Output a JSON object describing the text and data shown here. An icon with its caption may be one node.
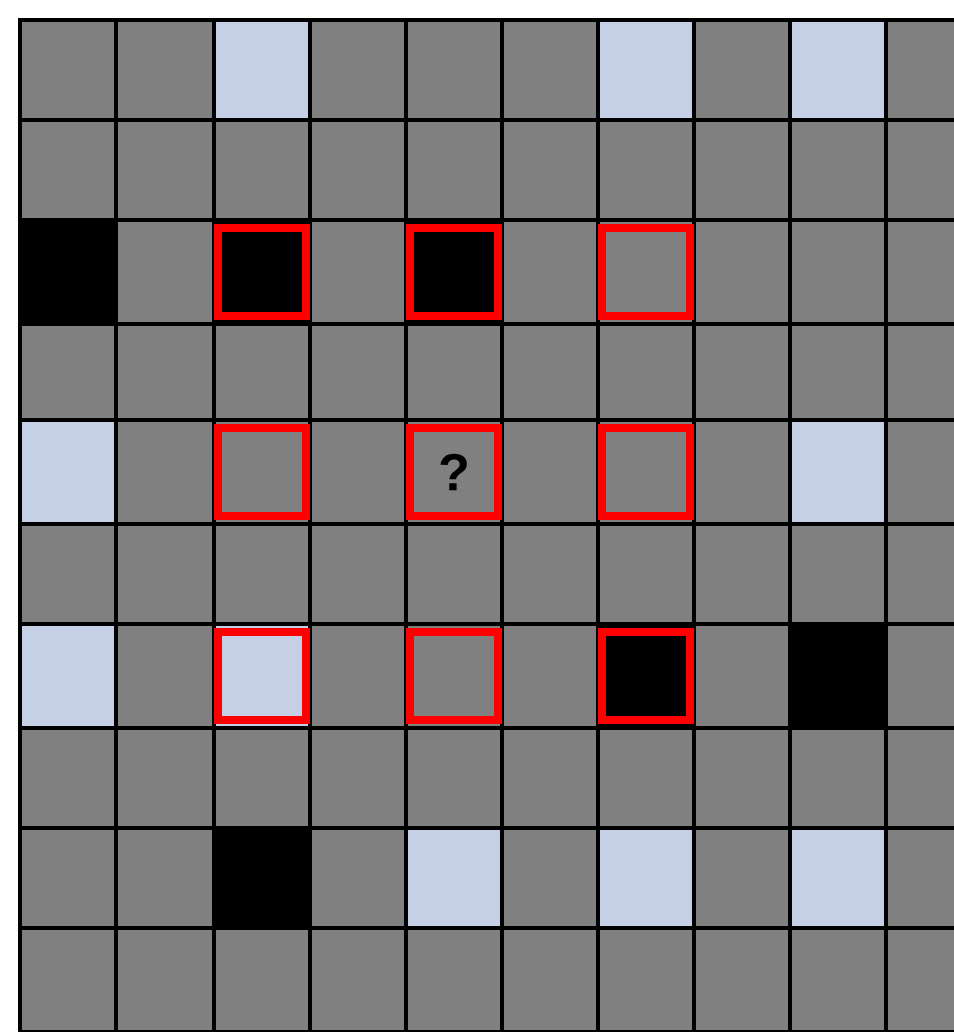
{
  "diagram": {
    "nodes": [
      {
        "text": [],
        "shape": "box"
      },
      {
        "text": [],
        "shape": "box"
      },
      {
        "text": [],
        "shape": "box"
      },
      {
        "text": [],
        "shape": "box"
      },
      {
        "text": [
          "?"
        ]
      },
      {
        "text": [],
        "shape": "box"
      },
      {
        "text": [],
        "shape": "box"
      },
      {
        "text": [],
        "shape": "box"
      },
      {
        "text": [],
        "shape": "box"
      }
    ]
  }
}
